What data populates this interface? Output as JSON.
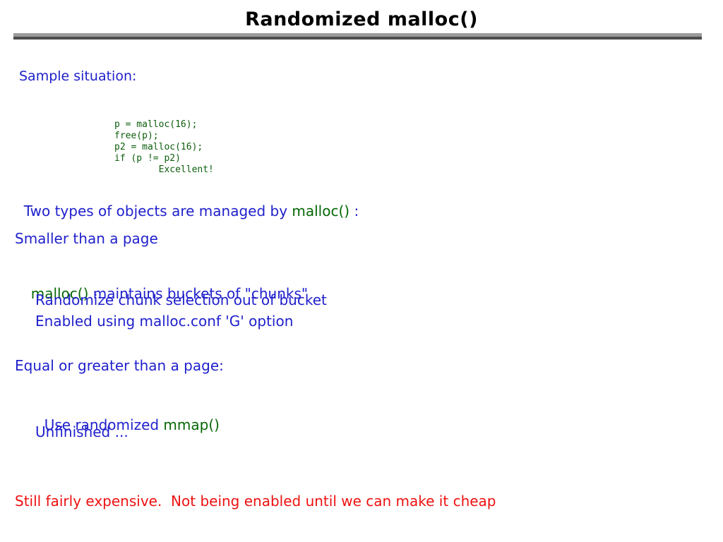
{
  "slide": {
    "title": "Randomized malloc()",
    "colors": {
      "heading": "#000000",
      "blue": "#1f1fcc",
      "green": "#066806",
      "red": "#ee1111",
      "rule_light": "#9a9a9a",
      "rule_dark": "#4d4d4d",
      "background": "#ffffff"
    },
    "intro": {
      "label": "Sample situation:"
    },
    "code_block": {
      "language": "c",
      "lines": [
        "p = malloc(16);",
        "free(p);",
        "p2 = malloc(16);",
        "if (p != p2)",
        "        Excellent!"
      ],
      "text": "p = malloc(16);\nfree(p);\np2 = malloc(16);\nif (p != p2)\n        Excellent!"
    },
    "body": {
      "two_types_prefix": "Two types of objects are managed by ",
      "two_types_code": "malloc()",
      "two_types_suffix": " :",
      "smaller_than_page": "Smaller than a page",
      "buckets_code": "malloc()",
      "buckets_text": " maintains buckets of \"chunks\"",
      "randomize_chunk": "Randomize chunk selection out of bucket",
      "enabled_option": "Enabled using malloc.conf 'G' option",
      "equal_or_greater": "Equal or greater than a page:",
      "use_randomized_prefix": "Use randomized ",
      "use_randomized_code": "mmap()",
      "unfinished": "Unfinished ...",
      "footer_note": "Still fairly expensive.  Not being enabled until we can make it cheap"
    }
  }
}
